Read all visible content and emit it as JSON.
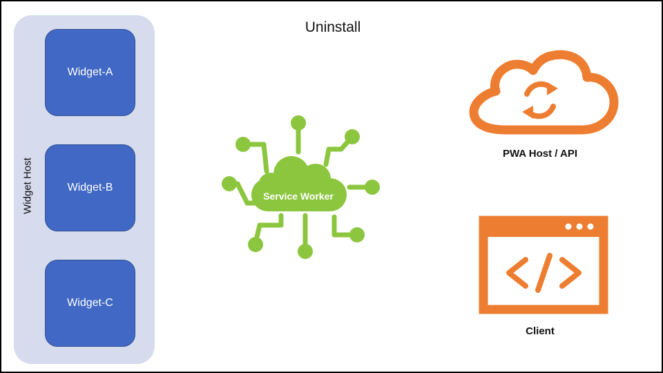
{
  "title": "Uninstall",
  "widget_host": {
    "label": "Widget Host",
    "widgets": [
      "Widget-A",
      "Widget-B",
      "Widget-C"
    ]
  },
  "service_worker": {
    "label": "Service Worker",
    "icon": "circuit-cloud-icon",
    "color": "#8cc63f"
  },
  "pwa_host": {
    "label": "PWA Host / API",
    "icon": "cloud-sync-icon",
    "color": "#ed7d31"
  },
  "client": {
    "label": "Client",
    "icon": "browser-code-icon",
    "color": "#ed7d31"
  }
}
